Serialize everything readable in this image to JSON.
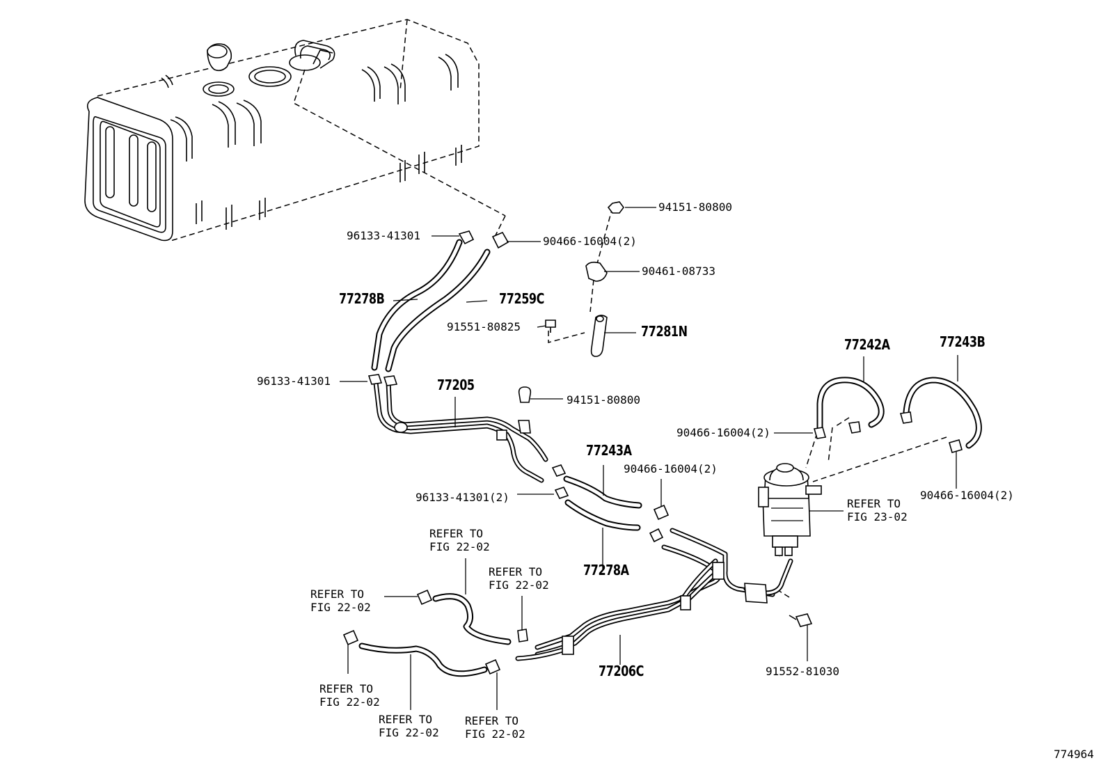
{
  "diagram_id": "774964",
  "labels": {
    "p94151_80800_top": "94151-80800",
    "p96133_41301_top": "96133-41301",
    "p90466_16004_2_top": "90466-16004(2)",
    "p90461_08733": "90461-08733",
    "p77278B": "77278B",
    "p77259C": "77259C",
    "p91551_80825": "91551-80825",
    "p77281N": "77281N",
    "p77242A": "77242A",
    "p77243B": "77243B",
    "p96133_41301_mid": "96133-41301",
    "p77205": "77205",
    "p94151_80800_mid": "94151-80800",
    "p90466_16004_2_right": "90466-16004(2)",
    "p77243A": "77243A",
    "p90466_16004_2_center": "90466-16004(2)",
    "p90466_16004_2_far": "90466-16004(2)",
    "p96133_41301_2": "96133-41301(2)",
    "refer_23_02": "REFER TO\nFIG 23-02",
    "p77278A": "77278A",
    "refer_a": "REFER TO\nFIG 22-02",
    "refer_b": "REFER TO\nFIG 22-02",
    "refer_c": "REFER TO\nFIG 22-02",
    "p77206C": "77206C",
    "p91552_81030": "91552-81030",
    "refer_d": "REFER TO\nFIG 22-02",
    "refer_e": "REFER TO\nFIG 22-02",
    "refer_f": "REFER TO\nFIG 22-02"
  }
}
